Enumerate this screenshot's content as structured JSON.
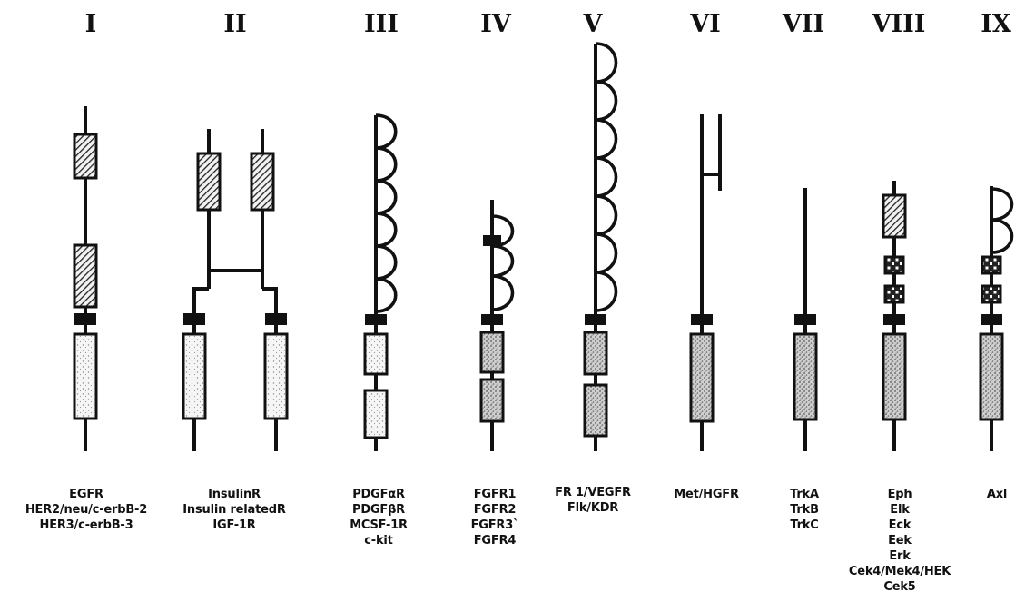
{
  "figure": {
    "classes": [
      {
        "numeral": "I",
        "receptors": [
          "EGFR",
          "HER2/neu/c-erbB-2",
          "HER3/c-erbB-3"
        ]
      },
      {
        "numeral": "II",
        "receptors": [
          "InsulinR",
          "Insulin relatedR",
          "IGF-1R"
        ]
      },
      {
        "numeral": "III",
        "receptors": [
          "PDGFαR",
          "PDGFβR",
          "MCSF-1R",
          "c-kit"
        ]
      },
      {
        "numeral": "IV",
        "receptors": [
          "FGFR1",
          "FGFR2",
          "FGFR3`",
          "FGFR4"
        ]
      },
      {
        "numeral": "V",
        "receptors": [
          "FR 1/VEGFR",
          "Flk/KDR"
        ]
      },
      {
        "numeral": "VI",
        "receptors": [
          "Met/HGFR"
        ]
      },
      {
        "numeral": "VII",
        "receptors": [
          "TrkA",
          "TrkB",
          "TrkC"
        ]
      },
      {
        "numeral": "VIII",
        "receptors": [
          "Eph",
          "Elk",
          "Eck",
          "Eek",
          "Erk",
          "Cek4/Mek4/HEK",
          "Cek5"
        ]
      },
      {
        "numeral": "IX",
        "receptors": [
          "Axl"
        ]
      }
    ]
  }
}
